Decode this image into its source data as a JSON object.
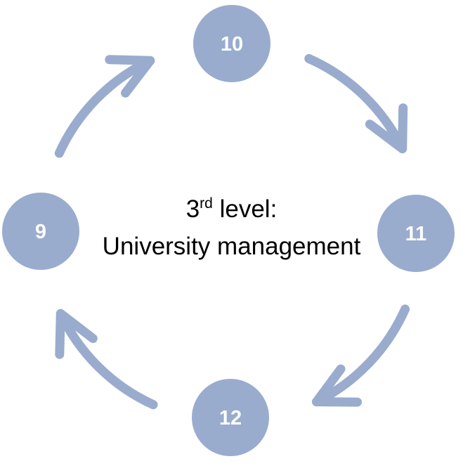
{
  "diagram": {
    "type": "cycle",
    "nodes": [
      {
        "id": "top",
        "label": "10"
      },
      {
        "id": "right",
        "label": "11"
      },
      {
        "id": "bottom",
        "label": "12"
      },
      {
        "id": "left",
        "label": "9"
      }
    ],
    "arrows": [
      {
        "from": "10",
        "to": "11"
      },
      {
        "from": "11",
        "to": "12"
      },
      {
        "from": "12",
        "to": "9"
      },
      {
        "from": "9",
        "to": "10"
      }
    ],
    "center": {
      "line1_num": "3",
      "line1_sup": "rd",
      "line1_rest": " level:",
      "line2": "University management"
    },
    "colors": {
      "shape_fill": "#99ACCE",
      "node_label": "#FFFFFF",
      "center_text": "#000000",
      "background": "#FFFFFF"
    }
  }
}
